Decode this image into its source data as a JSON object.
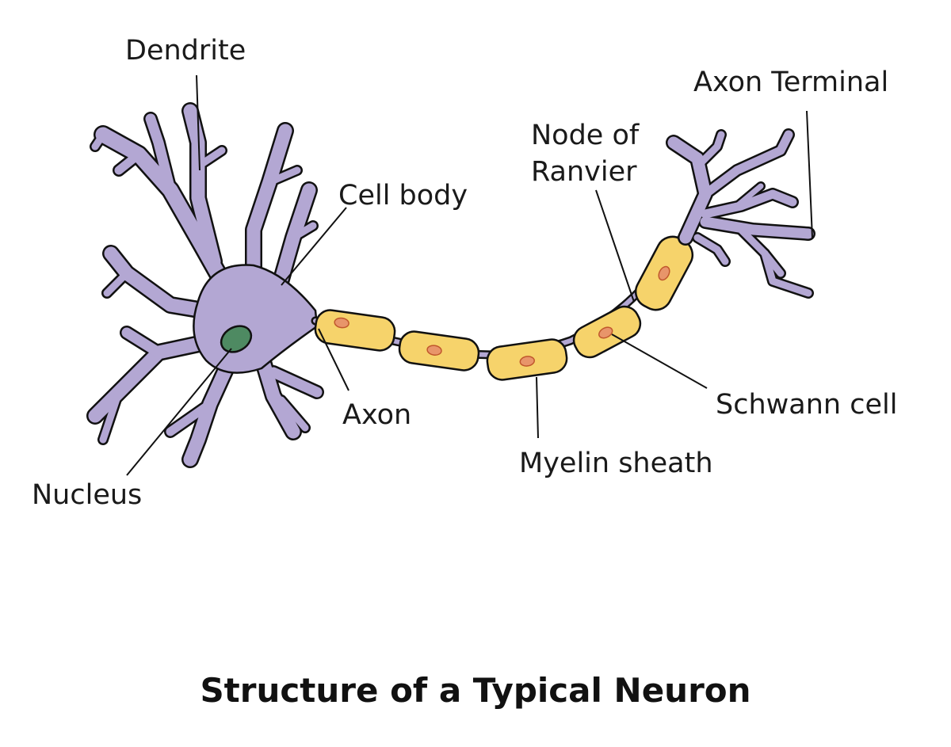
{
  "title": "Structure of a Typical Neuron",
  "labels": {
    "dendrite": "Dendrite",
    "cell_body": "Cell body",
    "nucleus": "Nucleus",
    "axon": "Axon",
    "myelin_sheath": "Myelin sheath",
    "node_of_ranvier_line1": "Node of",
    "node_of_ranvier_line2": "Ranvier",
    "schwann_cell": "Schwann cell",
    "axon_terminal": "Axon Terminal"
  },
  "colors": {
    "neuron_body": "#b3a7d3",
    "neuron_outline": "#111111",
    "nucleus": "#4e8a62",
    "myelin": "#f6d36b",
    "schwann_nucleus": "#e8956a",
    "label_text": "#1a1a1a",
    "background": "#ffffff"
  }
}
